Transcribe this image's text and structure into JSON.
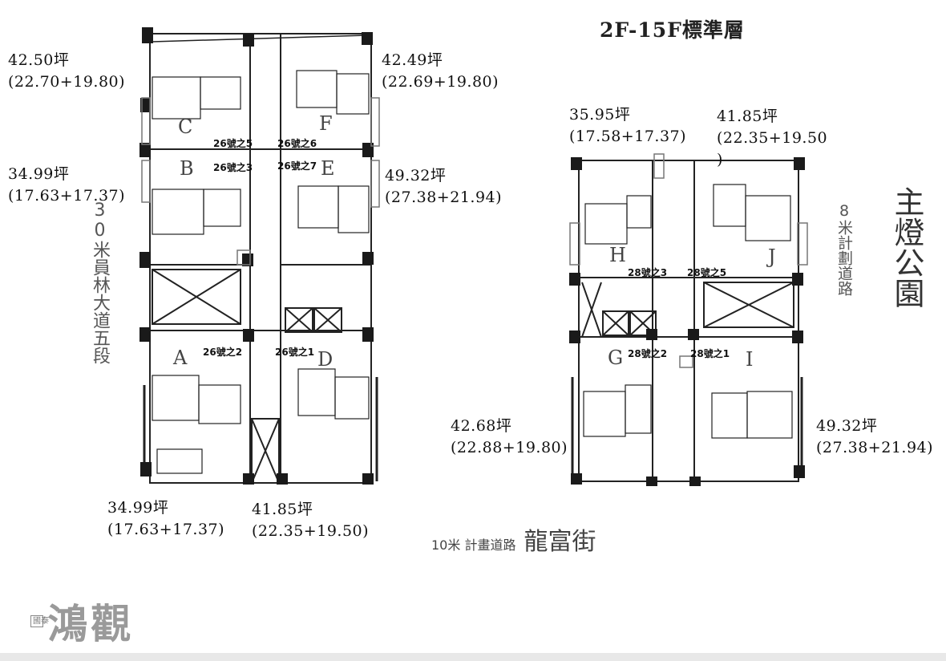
{
  "floor_title": "2F-15F標準層",
  "left_building": {
    "units": [
      {
        "letter": "C",
        "ping": "42.50坪",
        "detail": "(22.70+19.80)"
      },
      {
        "letter": "F",
        "ping": "42.49坪",
        "detail": "(22.69+19.80)"
      },
      {
        "letter": "B",
        "ping": "34.99坪",
        "detail": "(17.63+17.37)"
      },
      {
        "letter": "E",
        "ping": "49.32坪",
        "detail": "(27.38+21.94)"
      },
      {
        "letter": "A",
        "ping": "34.99坪",
        "detail": "(17.63+17.37)"
      },
      {
        "letter": "D",
        "ping": "41.85坪",
        "detail": "(22.35+19.50)"
      }
    ],
    "addresses": [
      "26號之5",
      "26號之6",
      "26號之3",
      "26號之7",
      "26號之2",
      "26號之1"
    ]
  },
  "right_building": {
    "units": [
      {
        "letter": "H",
        "ping": "35.95坪",
        "detail": "(17.58+17.37)"
      },
      {
        "letter": "J",
        "ping": "41.85坪",
        "detail": "(22.35+19.50",
        "detail_tail": ")"
      },
      {
        "letter": "G",
        "ping": "42.68坪",
        "detail": "(22.88+19.80)"
      },
      {
        "letter": "I",
        "ping": "49.32坪",
        "detail": "(27.38+21.94)"
      }
    ],
    "addresses": [
      "28號之3",
      "28號之5",
      "28號之2",
      "28號之1"
    ]
  },
  "roads": {
    "left_vertical": "30米員林大道五段",
    "right_vertical": "8米計劃道路",
    "bottom_small": "10米 計畫道路",
    "bottom_big": "龍富街",
    "park": "主燈公園"
  },
  "brand": {
    "tag": "國泰",
    "name": "鴻觀"
  }
}
